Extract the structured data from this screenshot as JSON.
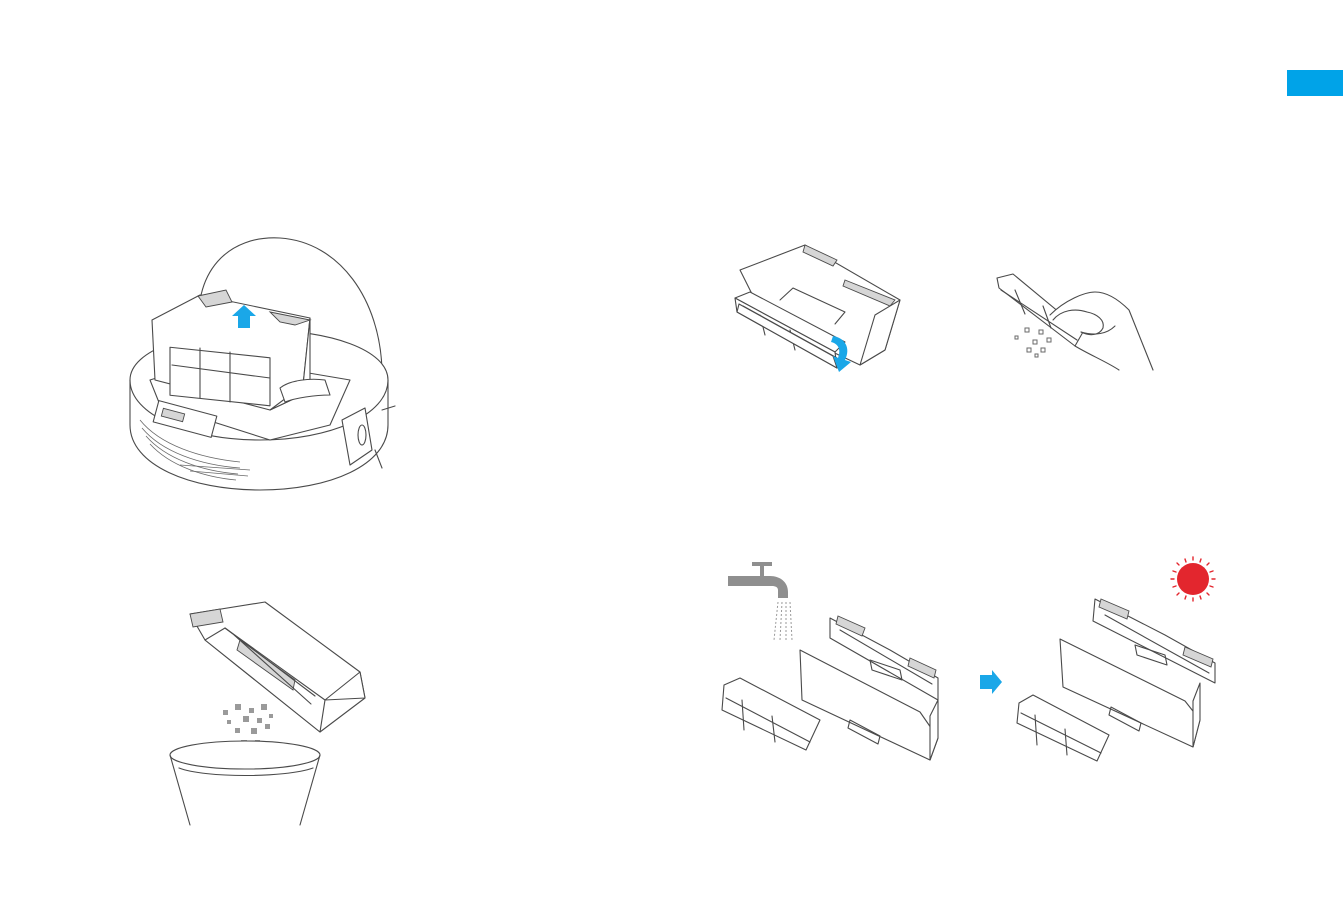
{
  "page": {
    "side_tab_color": "#00a3e8",
    "accent_blue": "#1aa7e8",
    "sun_red": "#e3262e"
  },
  "illustrations": [
    {
      "name": "remove-dustbin",
      "icon": "up-arrow-icon"
    },
    {
      "name": "empty-dustbin",
      "icon": "trash-can-icon"
    },
    {
      "name": "remove-filter",
      "icon": "curved-arrow-icon"
    },
    {
      "name": "tap-filter",
      "icon": "hand-icon"
    },
    {
      "name": "wash-dustbin",
      "icon": "faucet-icon"
    },
    {
      "name": "dry-in-sun",
      "icon": "sun-icon"
    }
  ]
}
